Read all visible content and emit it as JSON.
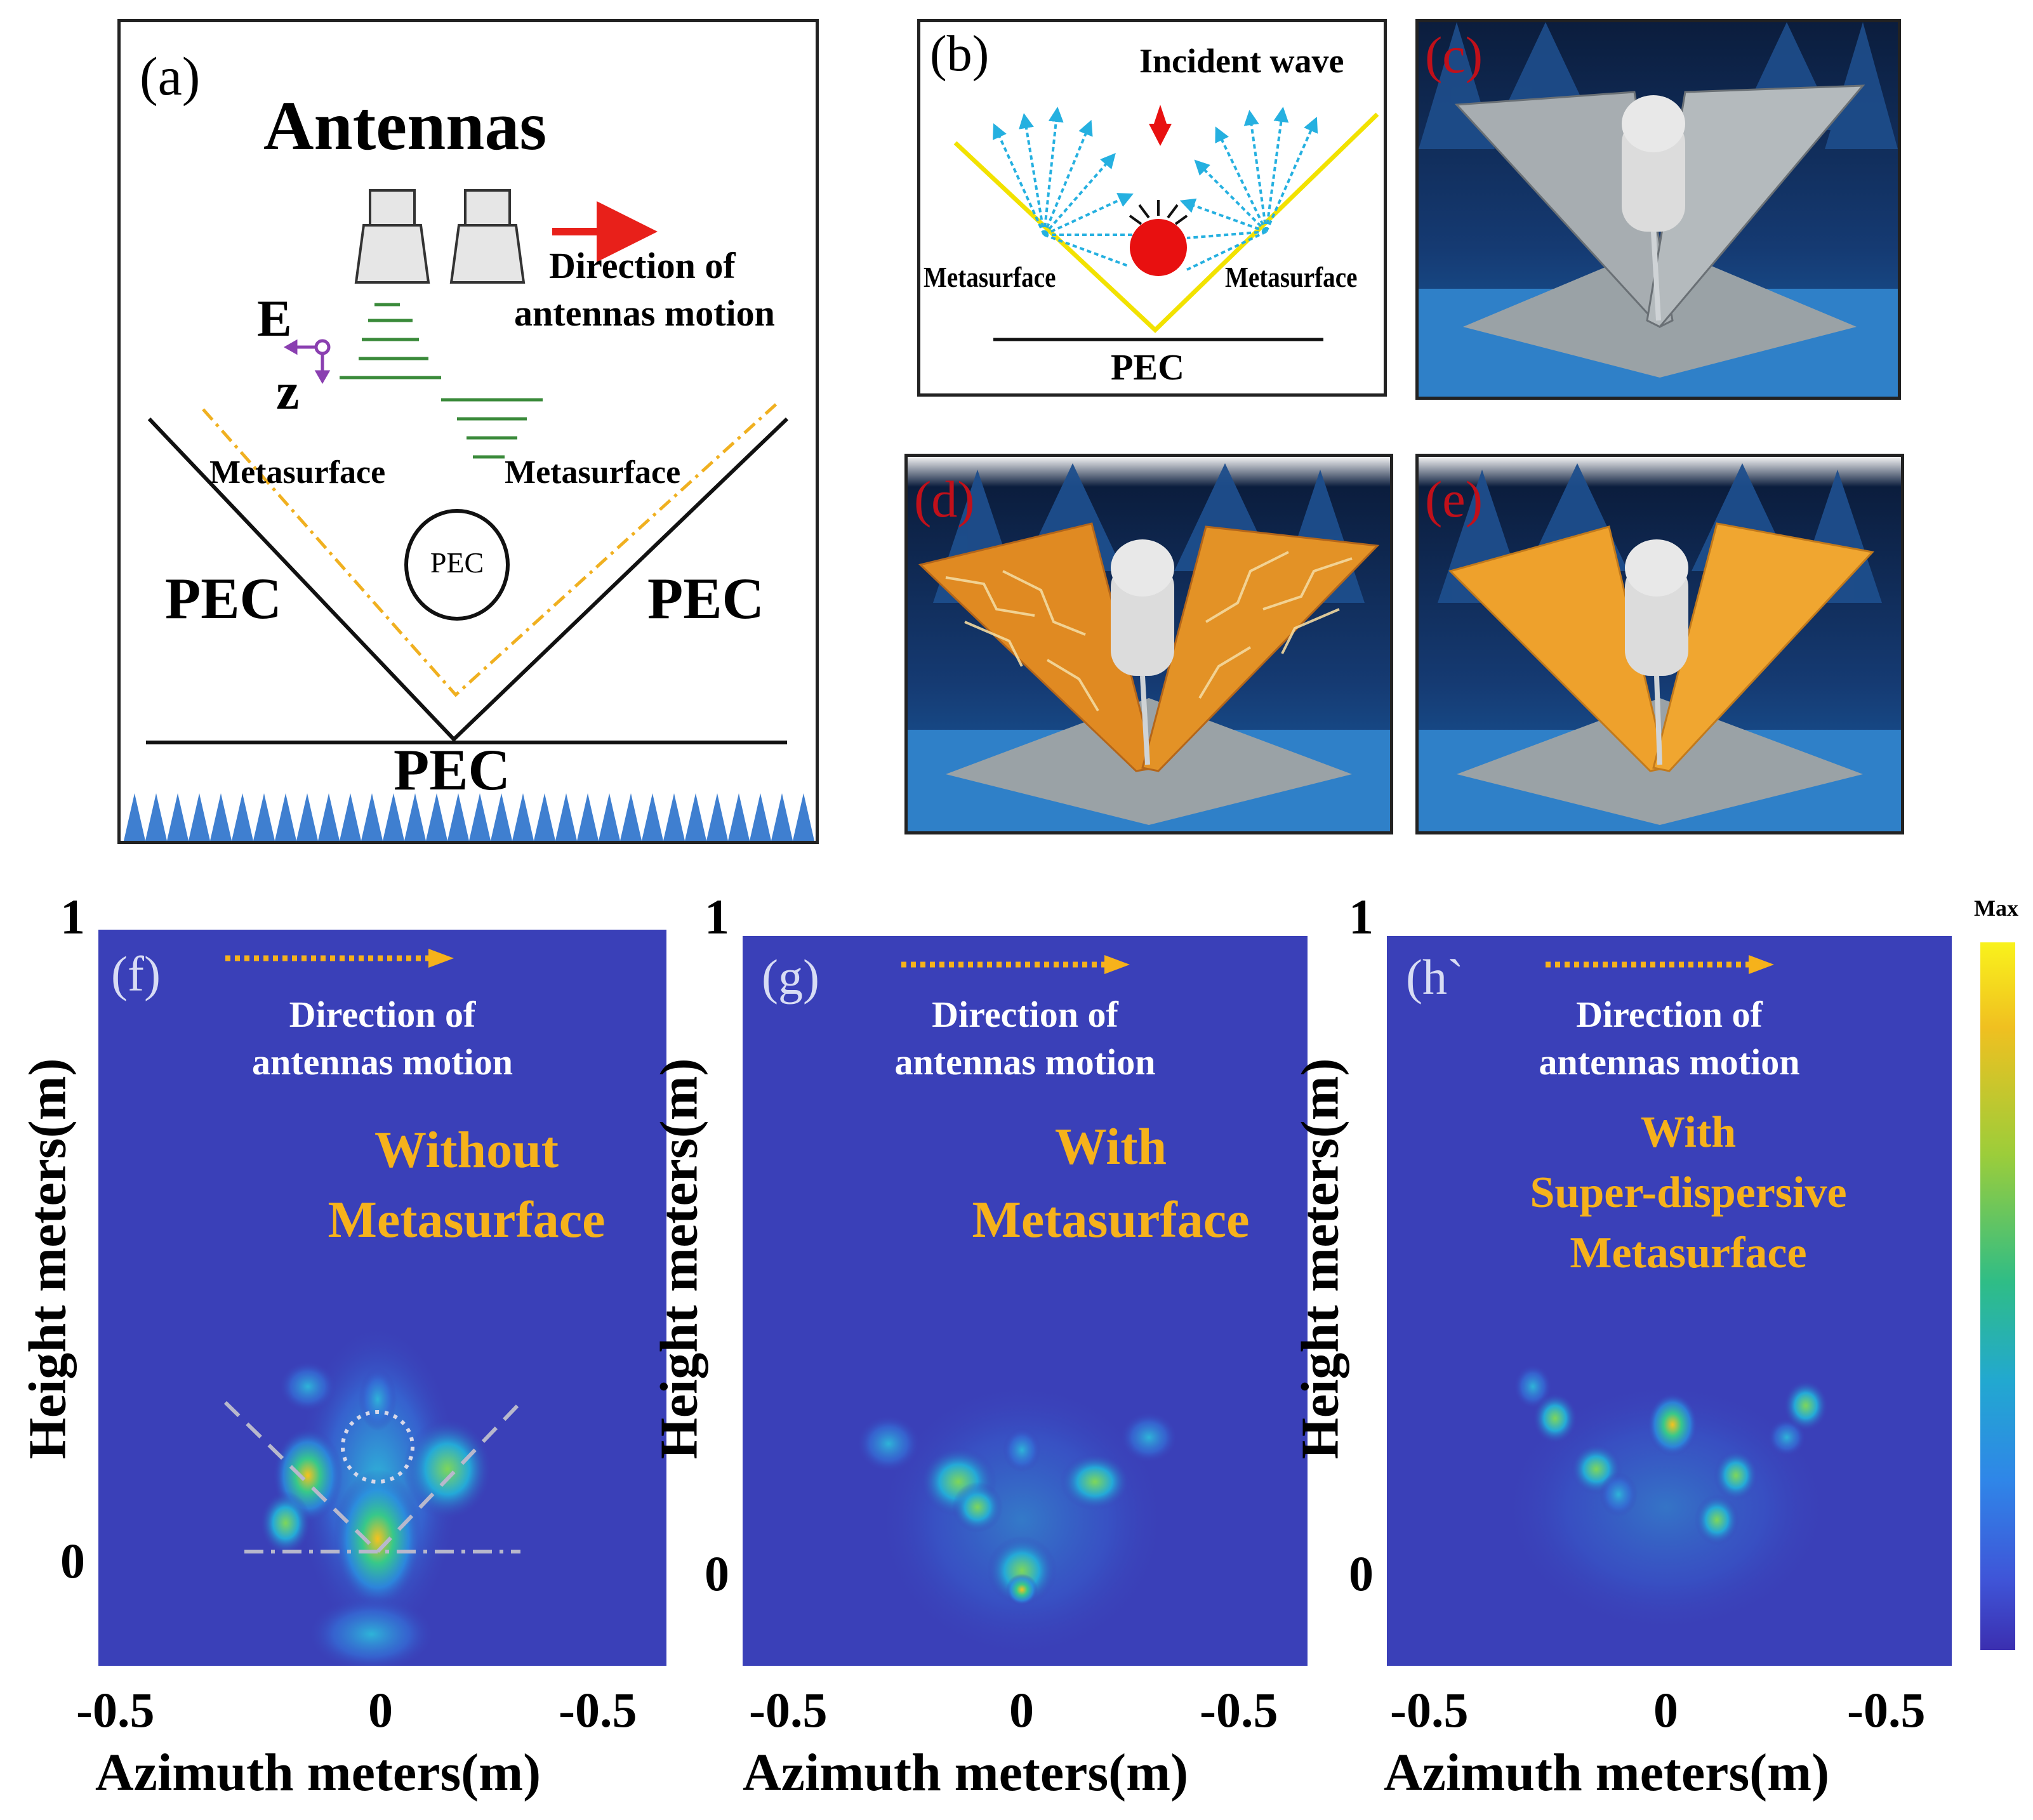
{
  "panel_a": {
    "label": "(a)",
    "title": "Antennas",
    "motion_line1": "Direction of",
    "motion_line2": "antennas motion",
    "e_label": "E",
    "z_label": "z",
    "meta_left": "Metasurface",
    "meta_right": "Metasurface",
    "pec_left": "PEC",
    "pec_right": "PEC",
    "pec_circle": "PEC",
    "pec_bottom": "PEC",
    "colors": {
      "motion_arrow": "#e8201a",
      "wave": "#3a8a3a",
      "dash": "#f0b020",
      "absorber": "#3f7fd0",
      "e_field": "#8a3fb0"
    }
  },
  "panel_b": {
    "label": "(b)",
    "incident": "Incident wave",
    "meta_left": "Metasurface",
    "meta_right": "Metasurface",
    "pec": "PEC",
    "colors": {
      "v": "#f2e200",
      "scatter": "#25b0e0",
      "sphere": "#e81010"
    }
  },
  "photos": [
    {
      "label": "(c)",
      "plate": "metal"
    },
    {
      "label": "(d)",
      "plate": "metasurface"
    },
    {
      "label": "(e)",
      "plate": "super-dispersive"
    }
  ],
  "sar": {
    "y_axis_label": "Height meters(m)",
    "x_axis_label": "Azimuth meters(m)",
    "y_ticks": [
      "1",
      "0"
    ],
    "x_ticks": [
      "-0.5",
      "0",
      "-0.5"
    ],
    "motion_line1": "Direction of",
    "motion_line2": "antennas motion",
    "colorbar_max": "Max",
    "panels": [
      {
        "label": "(f)",
        "caption_lines": [
          "Without",
          "Metasurface"
        ]
      },
      {
        "label": "(g)",
        "caption_lines": [
          "With",
          "Metasurface"
        ]
      },
      {
        "label": "(h`",
        "caption_lines": [
          "With",
          "Super-dispersive",
          "Metasurface"
        ]
      }
    ],
    "colors": {
      "background": "#3a40b8",
      "caption": "#f6b21b",
      "arrow": "#f6b21b"
    }
  }
}
